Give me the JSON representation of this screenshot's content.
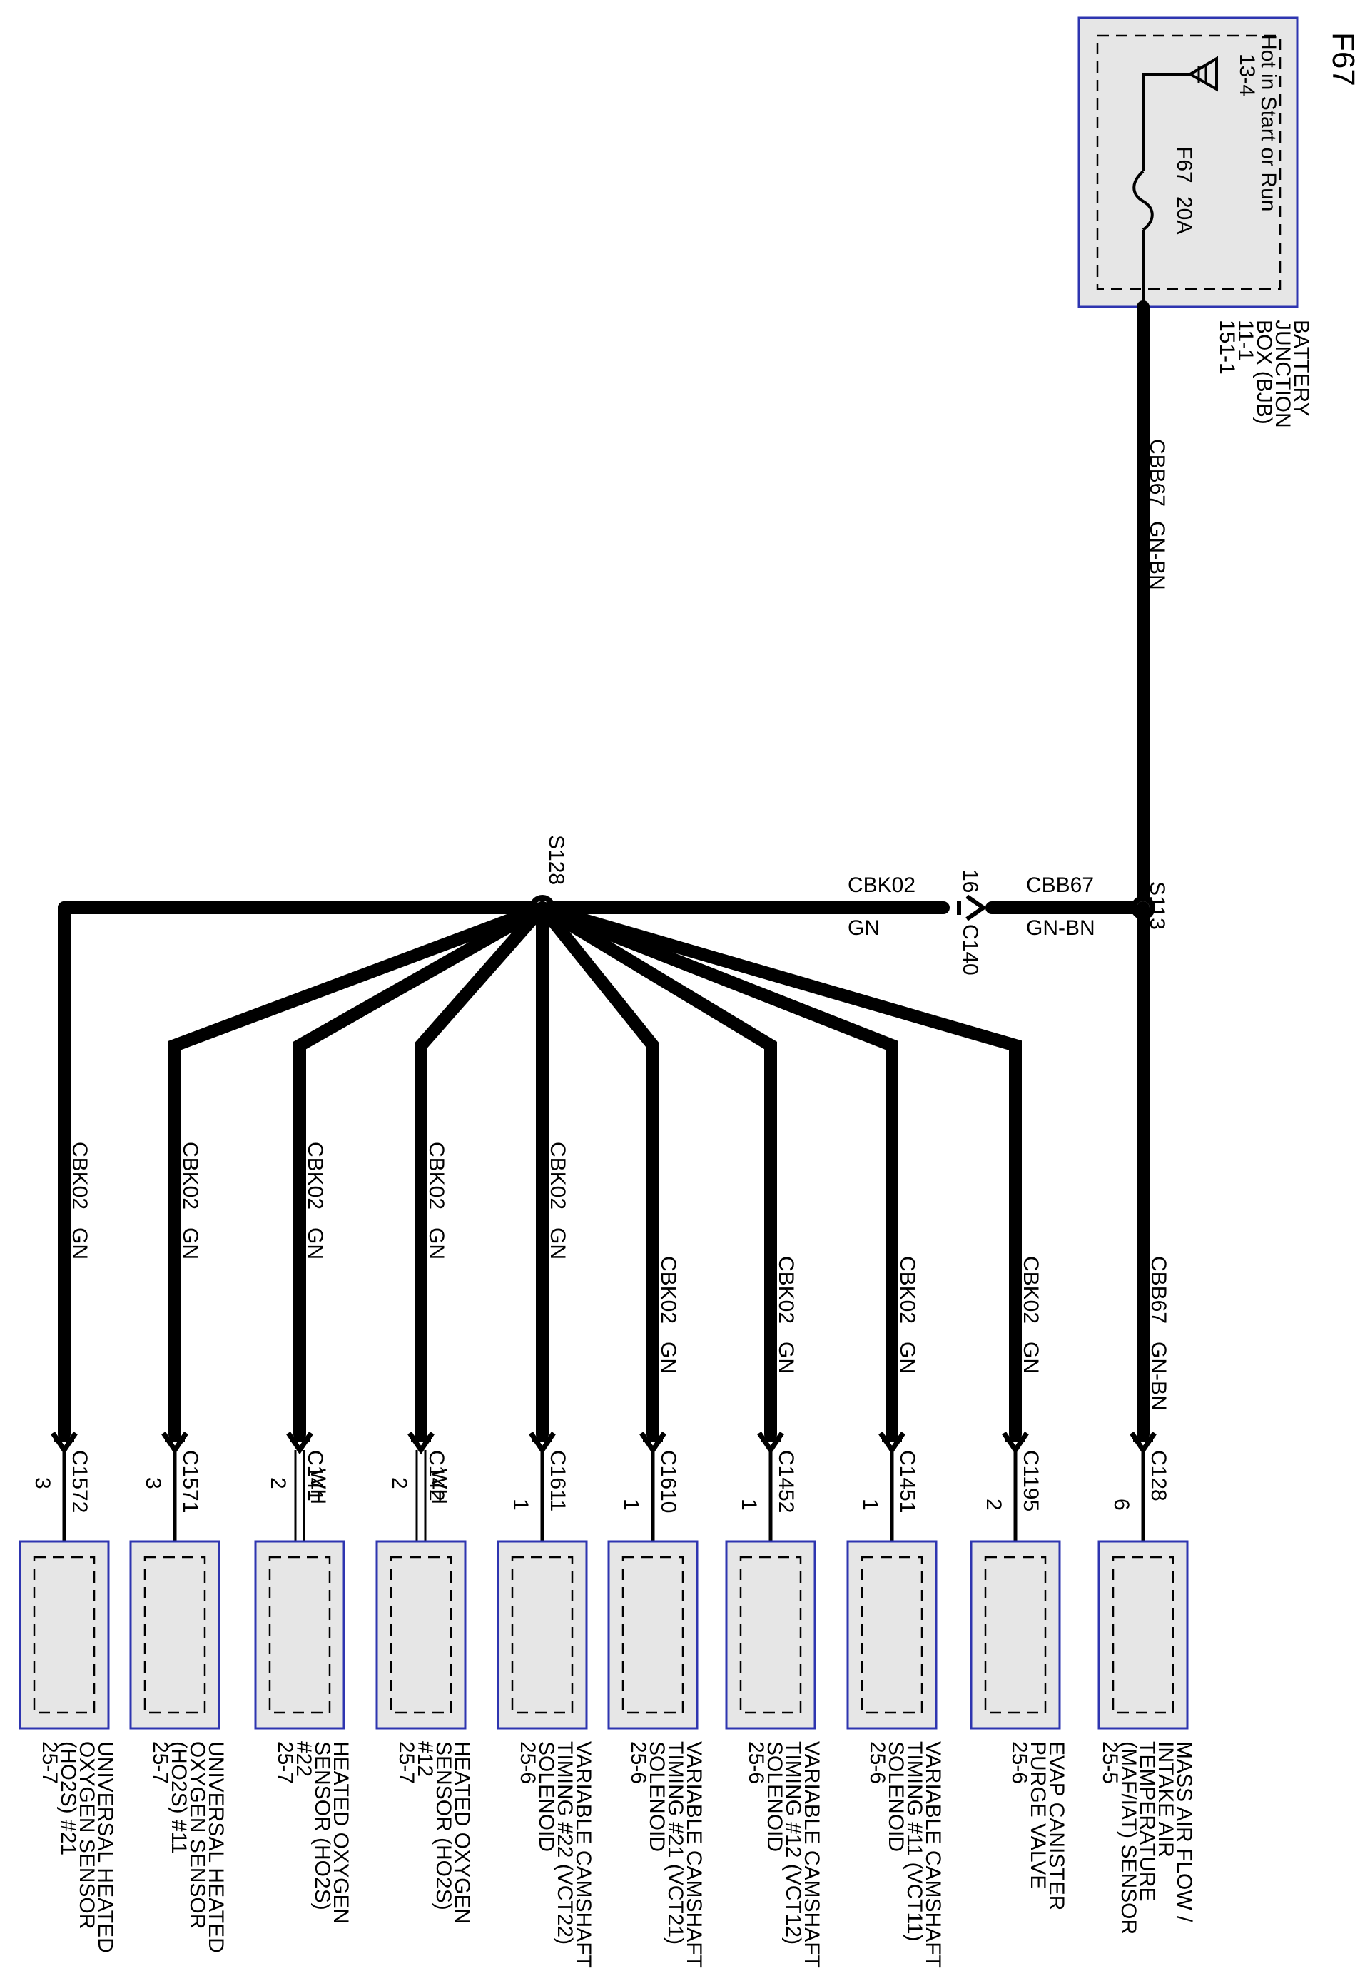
{
  "page_id": "F67",
  "bjb": {
    "title_lines": [
      "BATTERY",
      "JUNCTION",
      "BOX (BJB)",
      "11-1",
      "151-1"
    ],
    "hot_text": "Hot in Start or Run",
    "connector": "13-4",
    "fuse_name": "F67",
    "fuse_rating": "20A"
  },
  "splices": {
    "s113": "S113",
    "s128": "S128"
  },
  "feed_wire": {
    "circuit": "CBB67",
    "color": "GN-BN"
  },
  "inline_connector": {
    "name": "C140",
    "pin": "16",
    "left_circuit": "CBK02",
    "left_color": "GN",
    "right_circuit": "CBB67",
    "right_color": "GN-BN"
  },
  "branches": [
    {
      "circuit": "CBB67",
      "color": "GN-BN",
      "connector": "C128",
      "pin": "6",
      "wh": "",
      "component": [
        "MASS AIR FLOW /",
        "INTAKE AIR",
        "TEMPERATURE",
        "(MAF/IAT) SENSOR",
        "25-5"
      ]
    },
    {
      "circuit": "CBK02",
      "color": "GN",
      "connector": "C1195",
      "pin": "2",
      "wh": "",
      "component": [
        "EVAP CANISTER",
        "PURGE VALVE",
        "25-6"
      ]
    },
    {
      "circuit": "CBK02",
      "color": "GN",
      "connector": "C1451",
      "pin": "1",
      "wh": "",
      "component": [
        "VARIABLE CAMSHAFT",
        "TIMING #11 (VCT11)",
        "SOLENOID",
        "25-6"
      ]
    },
    {
      "circuit": "CBK02",
      "color": "GN",
      "connector": "C1452",
      "pin": "1",
      "wh": "",
      "component": [
        "VARIABLE CAMSHAFT",
        "TIMING #12 (VCT12)",
        "SOLENOID",
        "25-6"
      ]
    },
    {
      "circuit": "CBK02",
      "color": "GN",
      "connector": "C1610",
      "pin": "1",
      "wh": "",
      "component": [
        "VARIABLE CAMSHAFT",
        "TIMING #21 (VCT21)",
        "SOLENOID",
        "25-6"
      ]
    },
    {
      "circuit": "CBK02",
      "color": "GN",
      "connector": "C1611",
      "pin": "1",
      "wh": "",
      "component": [
        "VARIABLE CAMSHAFT",
        "TIMING #22 (VCT22)",
        "SOLENOID",
        "25-6"
      ]
    },
    {
      "circuit": "CBK02",
      "color": "GN",
      "connector": "C142",
      "pin": "2",
      "wh": "WH",
      "component": [
        "HEATED OXYGEN",
        "SENSOR (HO2S)",
        "#12",
        "25-7"
      ]
    },
    {
      "circuit": "CBK02",
      "color": "GN",
      "connector": "C141",
      "pin": "2",
      "wh": "WH",
      "component": [
        "HEATED OXYGEN",
        "SENSOR (HO2S)",
        "#22",
        "25-7"
      ]
    },
    {
      "circuit": "CBK02",
      "color": "GN",
      "connector": "C1571",
      "pin": "3",
      "wh": "",
      "component": [
        "UNIVERSAL HEATED",
        "OXYGEN SENSOR",
        "(HO2S) #11",
        "25-7"
      ]
    },
    {
      "circuit": "CBK02",
      "color": "GN",
      "connector": "C1572",
      "pin": "3",
      "wh": "",
      "component": [
        "UNIVERSAL HEATED",
        "OXYGEN SENSOR",
        "(HO2S) #21",
        "25-7"
      ]
    }
  ]
}
